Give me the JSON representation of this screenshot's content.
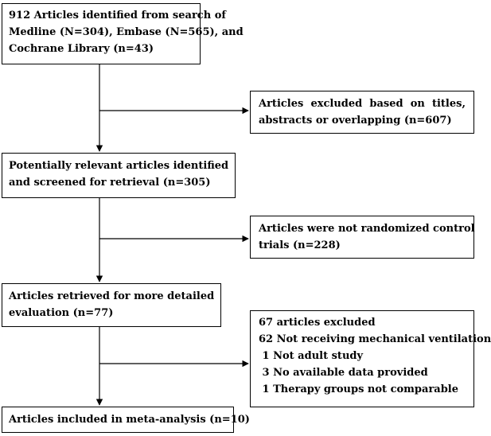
{
  "flow": {
    "step1": {
      "lines": [
        "912 Articles identified from search of",
        "Medline (N=304), Embase (N=565), and",
        "Cochrane Library (n=43)"
      ]
    },
    "excl1": {
      "lines": [
        "Articles excluded based on titles,",
        "abstracts or overlapping (n=607)"
      ]
    },
    "step2": {
      "lines": [
        "Potentially relevant articles identified",
        "and screened for retrieval (n=305)"
      ]
    },
    "excl2": {
      "lines": [
        "Articles were not randomized control",
        "trials (n=228)"
      ]
    },
    "step3": {
      "lines": [
        "Articles retrieved for more detailed",
        "evaluation (n=77)"
      ]
    },
    "excl3": {
      "lines": [
        "67 articles excluded",
        "62 Not receiving mechanical ventilation",
        " 1 Not adult study",
        " 3 No available data provided",
        " 1 Therapy groups not comparable"
      ]
    },
    "step4": {
      "lines": [
        "Articles included in meta-analysis (n=10)"
      ]
    }
  }
}
